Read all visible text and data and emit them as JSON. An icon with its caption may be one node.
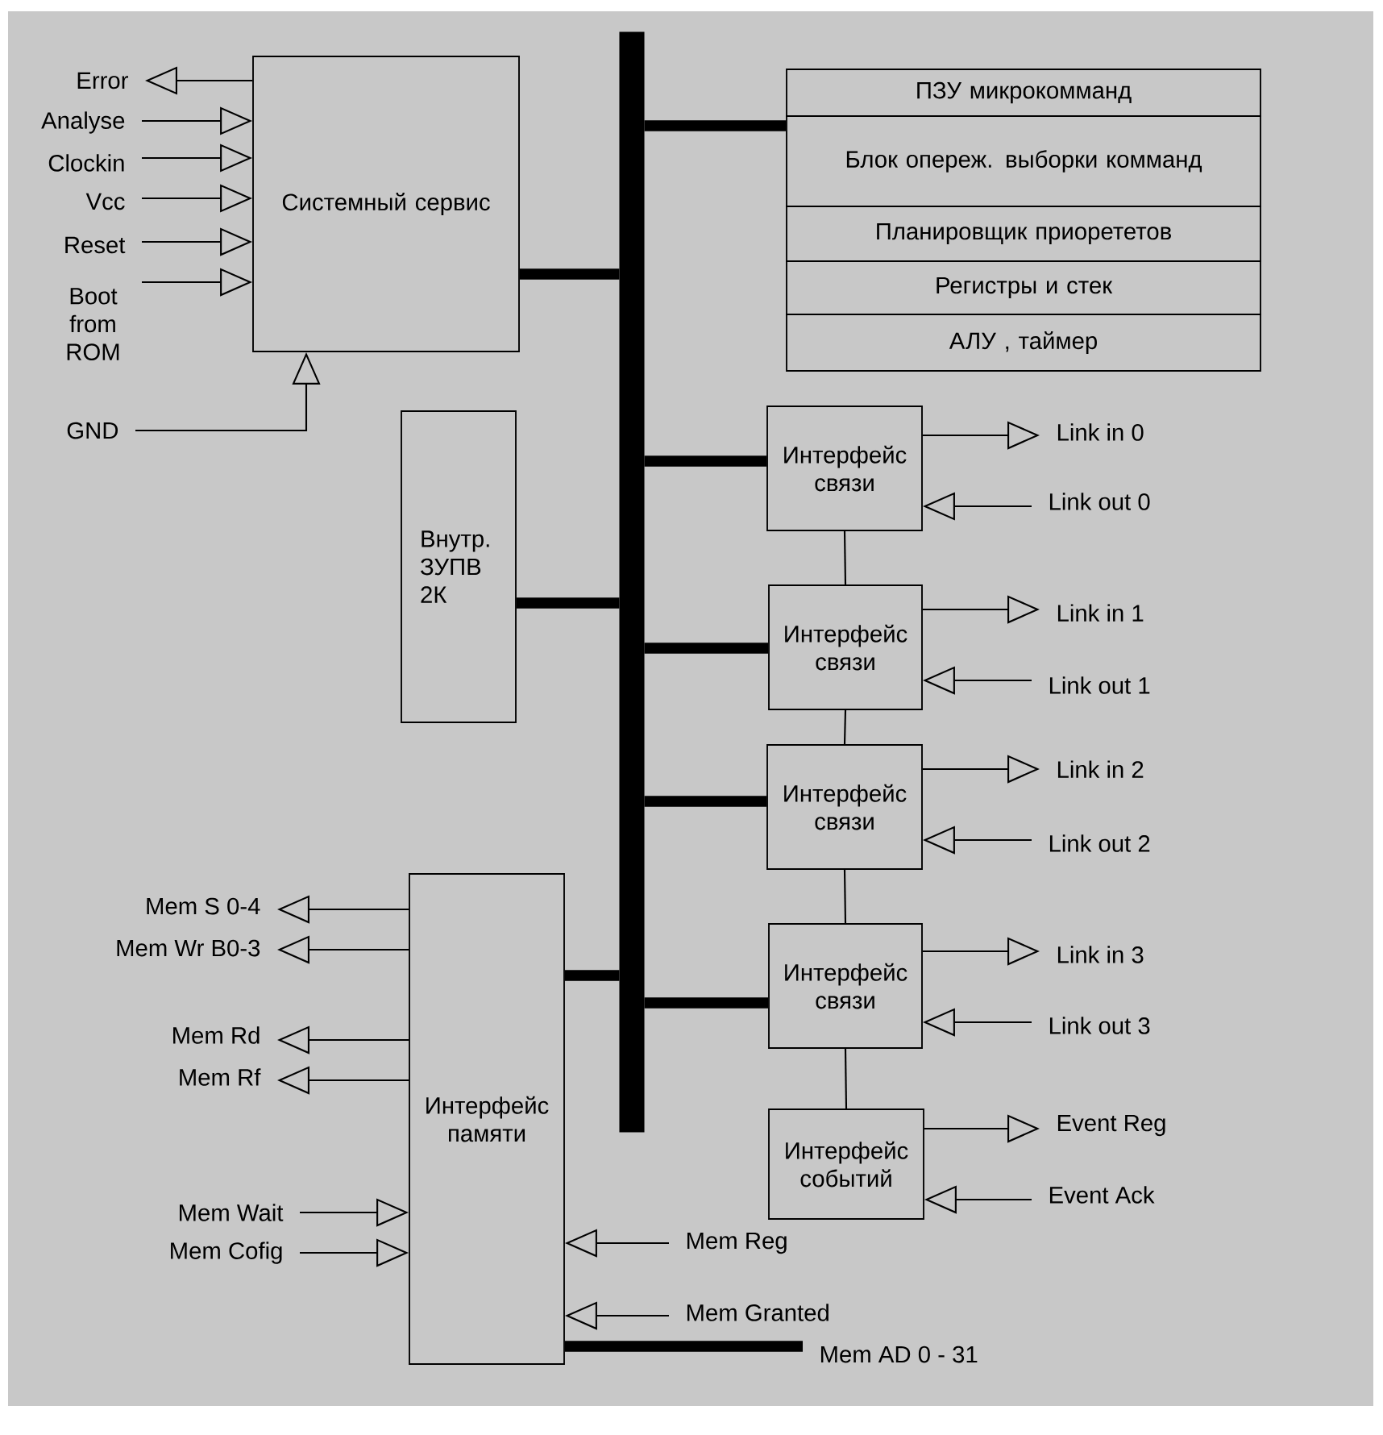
{
  "diagram": {
    "nodes": [
      {
        "text": [
          "Системный сервис"
        ]
      },
      {
        "text": [],
        "shape": "bar"
      },
      {
        "text": [
          "ПЗУ микрокомманд"
        ]
      },
      {
        "text": [
          "Блок опереж. выборки комманд"
        ]
      },
      {
        "text": [
          "Планировщик приорететов"
        ]
      },
      {
        "text": [
          "Регистры и стек"
        ]
      },
      {
        "text": [
          "АЛУ , таймер"
        ]
      },
      {
        "text": [
          "Error"
        ]
      },
      {
        "text": [
          "Analyse"
        ]
      },
      {
        "text": [
          "Clockin"
        ]
      },
      {
        "text": [
          "Vcc"
        ]
      },
      {
        "text": [
          "Reset"
        ]
      },
      {
        "text": [
          "Boot from ROM"
        ]
      },
      {
        "text": [
          "GND"
        ]
      },
      {
        "text": [
          "Внутр. ЗУПВ 2К"
        ]
      },
      {
        "text": [
          "Интерфейс связи"
        ]
      },
      {
        "text": [
          "Link in 0"
        ]
      },
      {
        "text": [
          "Link out 0"
        ]
      },
      {
        "text": [
          "Интерфейс связи"
        ]
      },
      {
        "text": [
          "Link in 1"
        ]
      },
      {
        "text": [
          "Link out 1"
        ]
      },
      {
        "text": [
          "Интерфейс связи"
        ]
      },
      {
        "text": [
          "Link in 2"
        ]
      },
      {
        "text": [
          "Link out 2"
        ]
      },
      {
        "text": [
          "Интерфейс связи"
        ]
      },
      {
        "text": [
          "Link in 3"
        ]
      },
      {
        "text": [
          "Link out 3"
        ]
      },
      {
        "text": [
          "Интерфейс событий"
        ]
      },
      {
        "text": [
          "Event Reg"
        ]
      },
      {
        "text": [
          "Event Ack"
        ]
      },
      {
        "text": [
          "Mem S 0-4"
        ]
      },
      {
        "text": [
          "Mem Wr B0-3"
        ]
      },
      {
        "text": [
          "Mem Rd"
        ]
      },
      {
        "text": [
          "Mem Rf"
        ]
      },
      {
        "text": [
          "Mem Wait"
        ]
      },
      {
        "text": [
          "Mem Cofig"
        ]
      },
      {
        "text": [
          "Интерфейс памяти"
        ]
      },
      {
        "text": [
          "Mem Reg"
        ]
      },
      {
        "text": [
          "Mem Granted"
        ]
      },
      {
        "text": [
          "Mem AD 0 - 31"
        ]
      }
    ],
    "edges": [
      {
        "from": 0,
        "to": 1,
        "arrow": "none",
        "style": "thick"
      },
      {
        "from": 1,
        "to": 3,
        "arrow": "none",
        "style": "thick"
      },
      {
        "from": 0,
        "to": 7,
        "arrow": "to"
      },
      {
        "from": 8,
        "to": 0,
        "arrow": "to"
      },
      {
        "from": 9,
        "to": 0,
        "arrow": "to"
      },
      {
        "from": 10,
        "to": 0,
        "arrow": "to"
      },
      {
        "from": 11,
        "to": 0,
        "arrow": "to"
      },
      {
        "from": 12,
        "to": 0,
        "arrow": "to"
      },
      {
        "from": 13,
        "to": 0,
        "arrow": "to"
      },
      {
        "from": 14,
        "to": 1,
        "arrow": "none",
        "style": "thick"
      },
      {
        "from": 15,
        "to": 1,
        "arrow": "none",
        "style": "thick"
      },
      {
        "from": 15,
        "to": 16,
        "arrow": "to"
      },
      {
        "from": 17,
        "to": 15,
        "arrow": "to"
      },
      {
        "from": 15,
        "to": 18,
        "arrow": "none"
      },
      {
        "from": 18,
        "to": 1,
        "arrow": "none",
        "style": "thick"
      },
      {
        "from": 18,
        "to": 19,
        "arrow": "to"
      },
      {
        "from": 20,
        "to": 18,
        "arrow": "to"
      },
      {
        "from": 18,
        "to": 21,
        "arrow": "none"
      },
      {
        "from": 21,
        "to": 1,
        "arrow": "none",
        "style": "thick"
      },
      {
        "from": 21,
        "to": 22,
        "arrow": "to"
      },
      {
        "from": 23,
        "to": 21,
        "arrow": "to"
      },
      {
        "from": 21,
        "to": 24,
        "arrow": "none"
      },
      {
        "from": 24,
        "to": 1,
        "arrow": "none",
        "style": "thick"
      },
      {
        "from": 24,
        "to": 25,
        "arrow": "to"
      },
      {
        "from": 26,
        "to": 24,
        "arrow": "to"
      },
      {
        "from": 24,
        "to": 27,
        "arrow": "none"
      },
      {
        "from": 27,
        "to": 28,
        "arrow": "to"
      },
      {
        "from": 29,
        "to": 27,
        "arrow": "to"
      },
      {
        "from": 36,
        "to": 1,
        "arrow": "none",
        "style": "thick"
      },
      {
        "from": 36,
        "to": 30,
        "arrow": "to"
      },
      {
        "from": 36,
        "to": 31,
        "arrow": "to"
      },
      {
        "from": 36,
        "to": 32,
        "arrow": "to"
      },
      {
        "from": 36,
        "to": 33,
        "arrow": "to"
      },
      {
        "from": 34,
        "to": 36,
        "arrow": "to"
      },
      {
        "from": 35,
        "to": 36,
        "arrow": "to"
      },
      {
        "from": 37,
        "to": 36,
        "arrow": "to"
      },
      {
        "from": 38,
        "to": 36,
        "arrow": "to"
      },
      {
        "from": 36,
        "to": 39,
        "arrow": "none",
        "style": "thick"
      }
    ]
  }
}
